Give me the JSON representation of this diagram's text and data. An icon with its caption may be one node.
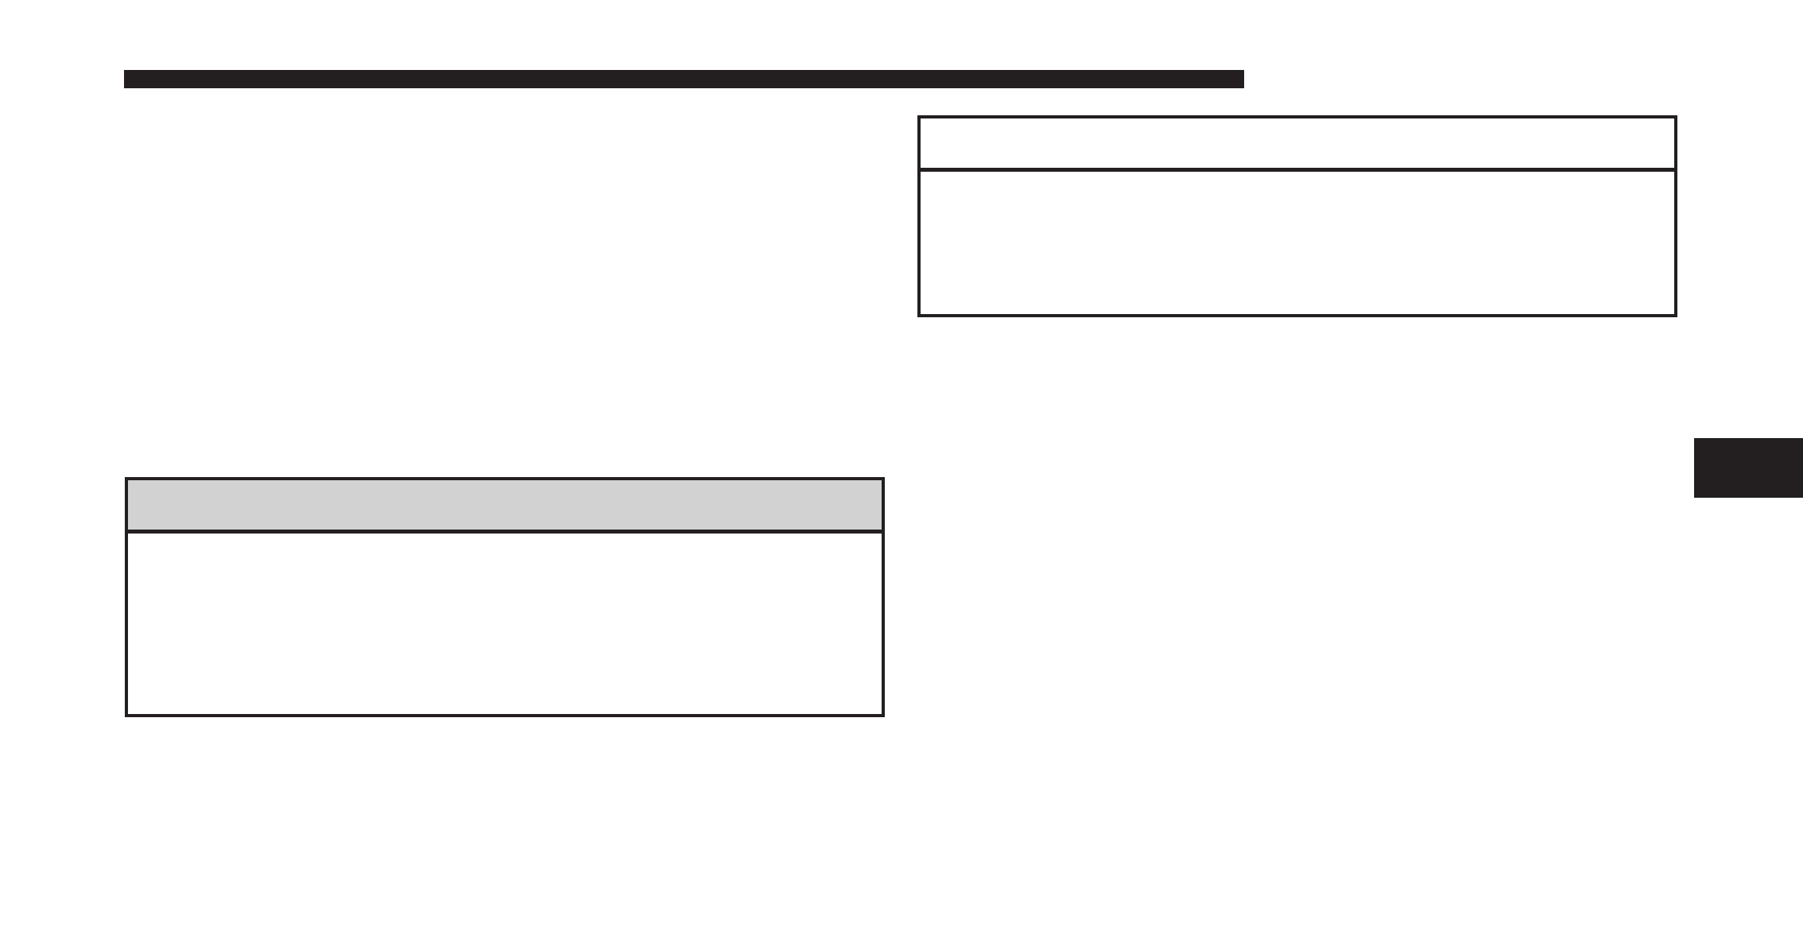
{
  "diagram": {
    "nodes": [
      {
        "text": [],
        "shape": "box"
      },
      {
        "text": [],
        "shape": "bar",
        "in": 0
      },
      {
        "text": [],
        "shape": "box"
      },
      {
        "text": [],
        "shape": "bar",
        "in": 2
      },
      {
        "text": [],
        "shape": "box"
      }
    ]
  }
}
